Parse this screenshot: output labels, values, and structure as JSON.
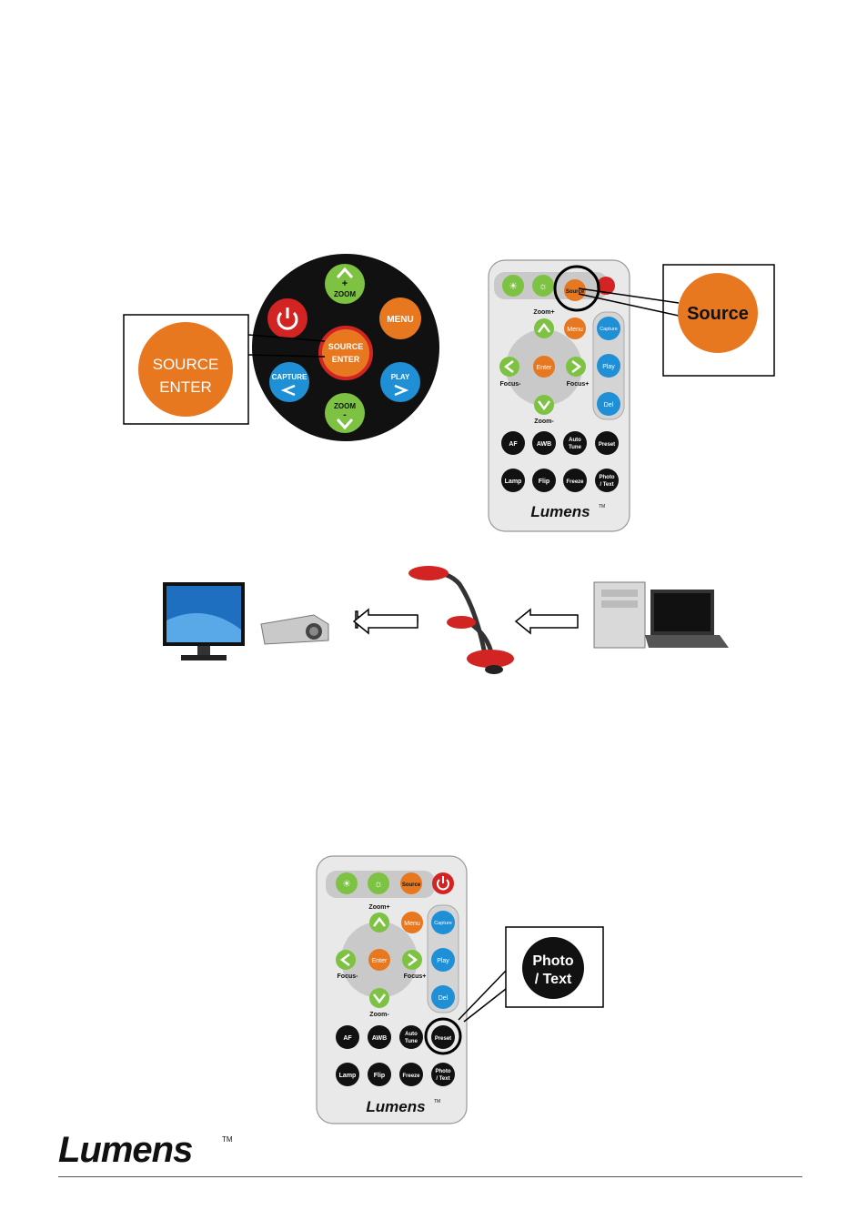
{
  "panel": {
    "power_symbol": "power-icon",
    "zoom_plus": "+",
    "zoom_plus_label": "ZOOM",
    "menu_label": "MENU",
    "source_label": "SOURCE",
    "enter_label": "ENTER",
    "capture_label": "CAPTURE",
    "play_label": "PLAY",
    "zoom_minus": "-",
    "zoom_minus_label": "ZOOM",
    "callout_source": "SOURCE",
    "callout_enter": "ENTER"
  },
  "remote": {
    "source": "Source",
    "zoom_plus": "Zoom+",
    "zoom_minus": "Zoom-",
    "menu": "Menu",
    "enter": "Enter",
    "focus_minus": "Focus-",
    "focus_plus": "Focus+",
    "capture": "Capture",
    "play": "Play",
    "del": "Del",
    "af": "AF",
    "awb": "AWB",
    "auto": "Auto",
    "tune": "Tune",
    "preset": "Preset",
    "lamp": "Lamp",
    "flip": "Flip",
    "freeze": "Freeze",
    "photo": "Photo",
    "text": "/ Text",
    "brand": "Lumens",
    "tm": "TM"
  },
  "callouts": {
    "source_big": "Source",
    "photo_big": "Photo",
    "text_big": "/ Text"
  },
  "footer": {
    "brand": "Lumens",
    "tm": "TM"
  },
  "colors": {
    "orange": "#e8781f",
    "green": "#7dc242",
    "blue": "#1f8fd6",
    "red": "#d32424",
    "black": "#111111",
    "remote_body": "#e9e9e9"
  }
}
